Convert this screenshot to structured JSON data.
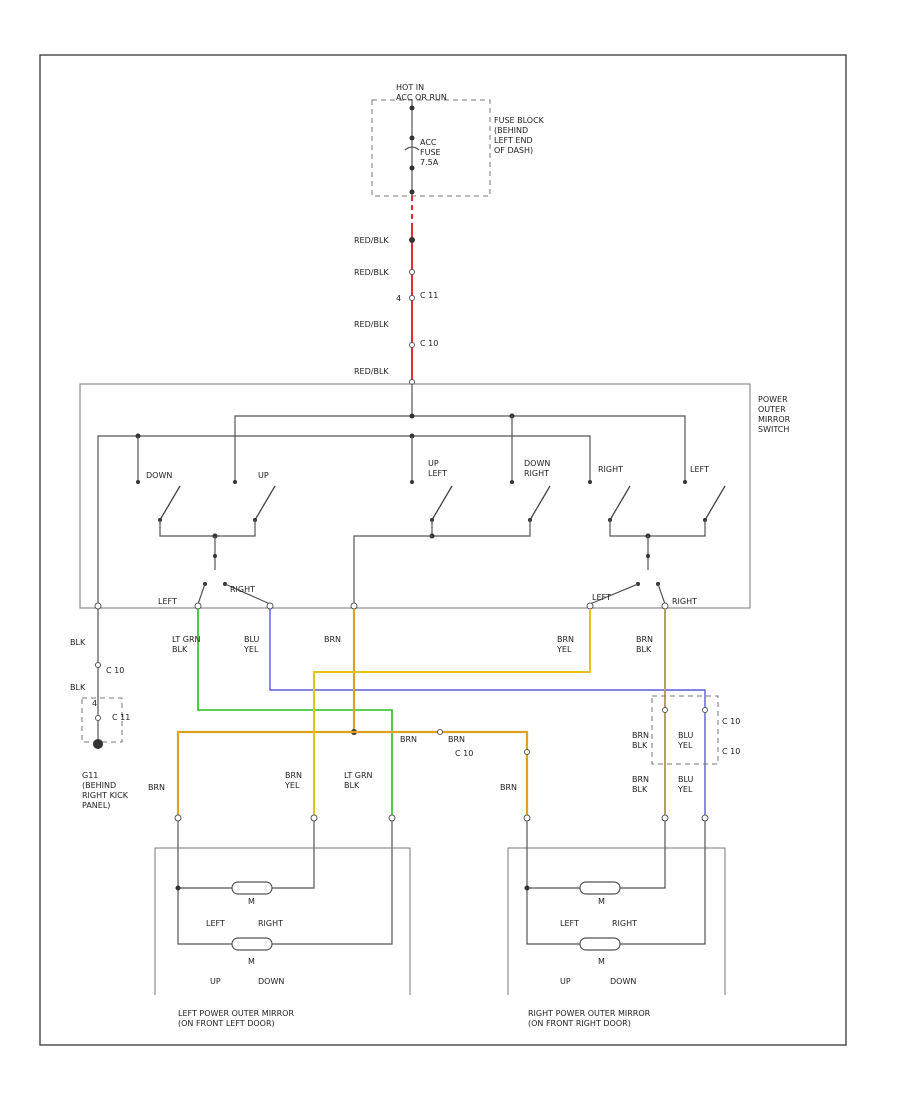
{
  "title": "",
  "diagram_id": "",
  "fuse_block": {
    "hot": "HOT IN\nACC OR RUN",
    "fuse": "ACC\nFUSE\n7.5A",
    "label": "FUSE BLOCK\n(BEHIND\nLEFT END\nOF DASH)"
  },
  "feed": {
    "wire1": "RED/BLK",
    "wire2": "RED/BLK",
    "connector1": "C 11",
    "connector1_pin": "4",
    "wire3": "RED/BLK",
    "connector2": "C 10",
    "wire4": "RED/BLK"
  },
  "switch": {
    "label": "POWER\nOUTER\nMIRROR\nSWITCH",
    "contacts": [
      "DOWN",
      "UP",
      "UP\nLEFT",
      "DOWN\nRIGHT",
      "RIGHT",
      "LEFT"
    ],
    "terminals": [
      "LEFT",
      "RIGHT",
      "LEFT",
      "RIGHT"
    ],
    "wires": [
      "BLK",
      "LT GRN\nBLK",
      "BLU\nYEL",
      "BRN",
      "BRN\nYEL",
      "BRN\nBLK"
    ]
  },
  "ground": {
    "wire1": "BLK",
    "connector": "C 10",
    "wire2": "BLK",
    "pin": "4",
    "connector2": "C 11",
    "label": "G11\n(BEHIND\nRIGHT KICK\nPANEL)"
  },
  "splice": {
    "wire_left": "BRN",
    "wire_right": "BRN",
    "connector": "C 10"
  },
  "left_mirror": {
    "label": "LEFT POWER OUTER MIRROR\n(ON FRONT LEFT DOOR)",
    "wires": [
      "BRN",
      "BRN\nYEL",
      "LT GRN\nBLK"
    ],
    "motor1": [
      "LEFT",
      "RIGHT"
    ],
    "motor2": [
      "UP",
      "DOWN"
    ],
    "m": "M"
  },
  "right_mirror": {
    "label": "RIGHT POWER OUTER MIRROR\n(ON FRONT RIGHT DOOR)",
    "wires": [
      "BRN",
      "BRN\nBLK",
      "BLU\nYEL",
      "BRN\nBLK",
      "BLU\nYEL"
    ],
    "connectors": [
      "C 10",
      "C 10"
    ],
    "motor1": [
      "LEFT",
      "RIGHT"
    ],
    "motor2": [
      "UP",
      "DOWN"
    ],
    "m": "M"
  },
  "colors": {
    "red": "#e03030",
    "green": "#22c022",
    "blue": "#5a5ad8",
    "yellow": "#e6c21a",
    "tan": "#b8a060",
    "orange": "#e0a020"
  }
}
